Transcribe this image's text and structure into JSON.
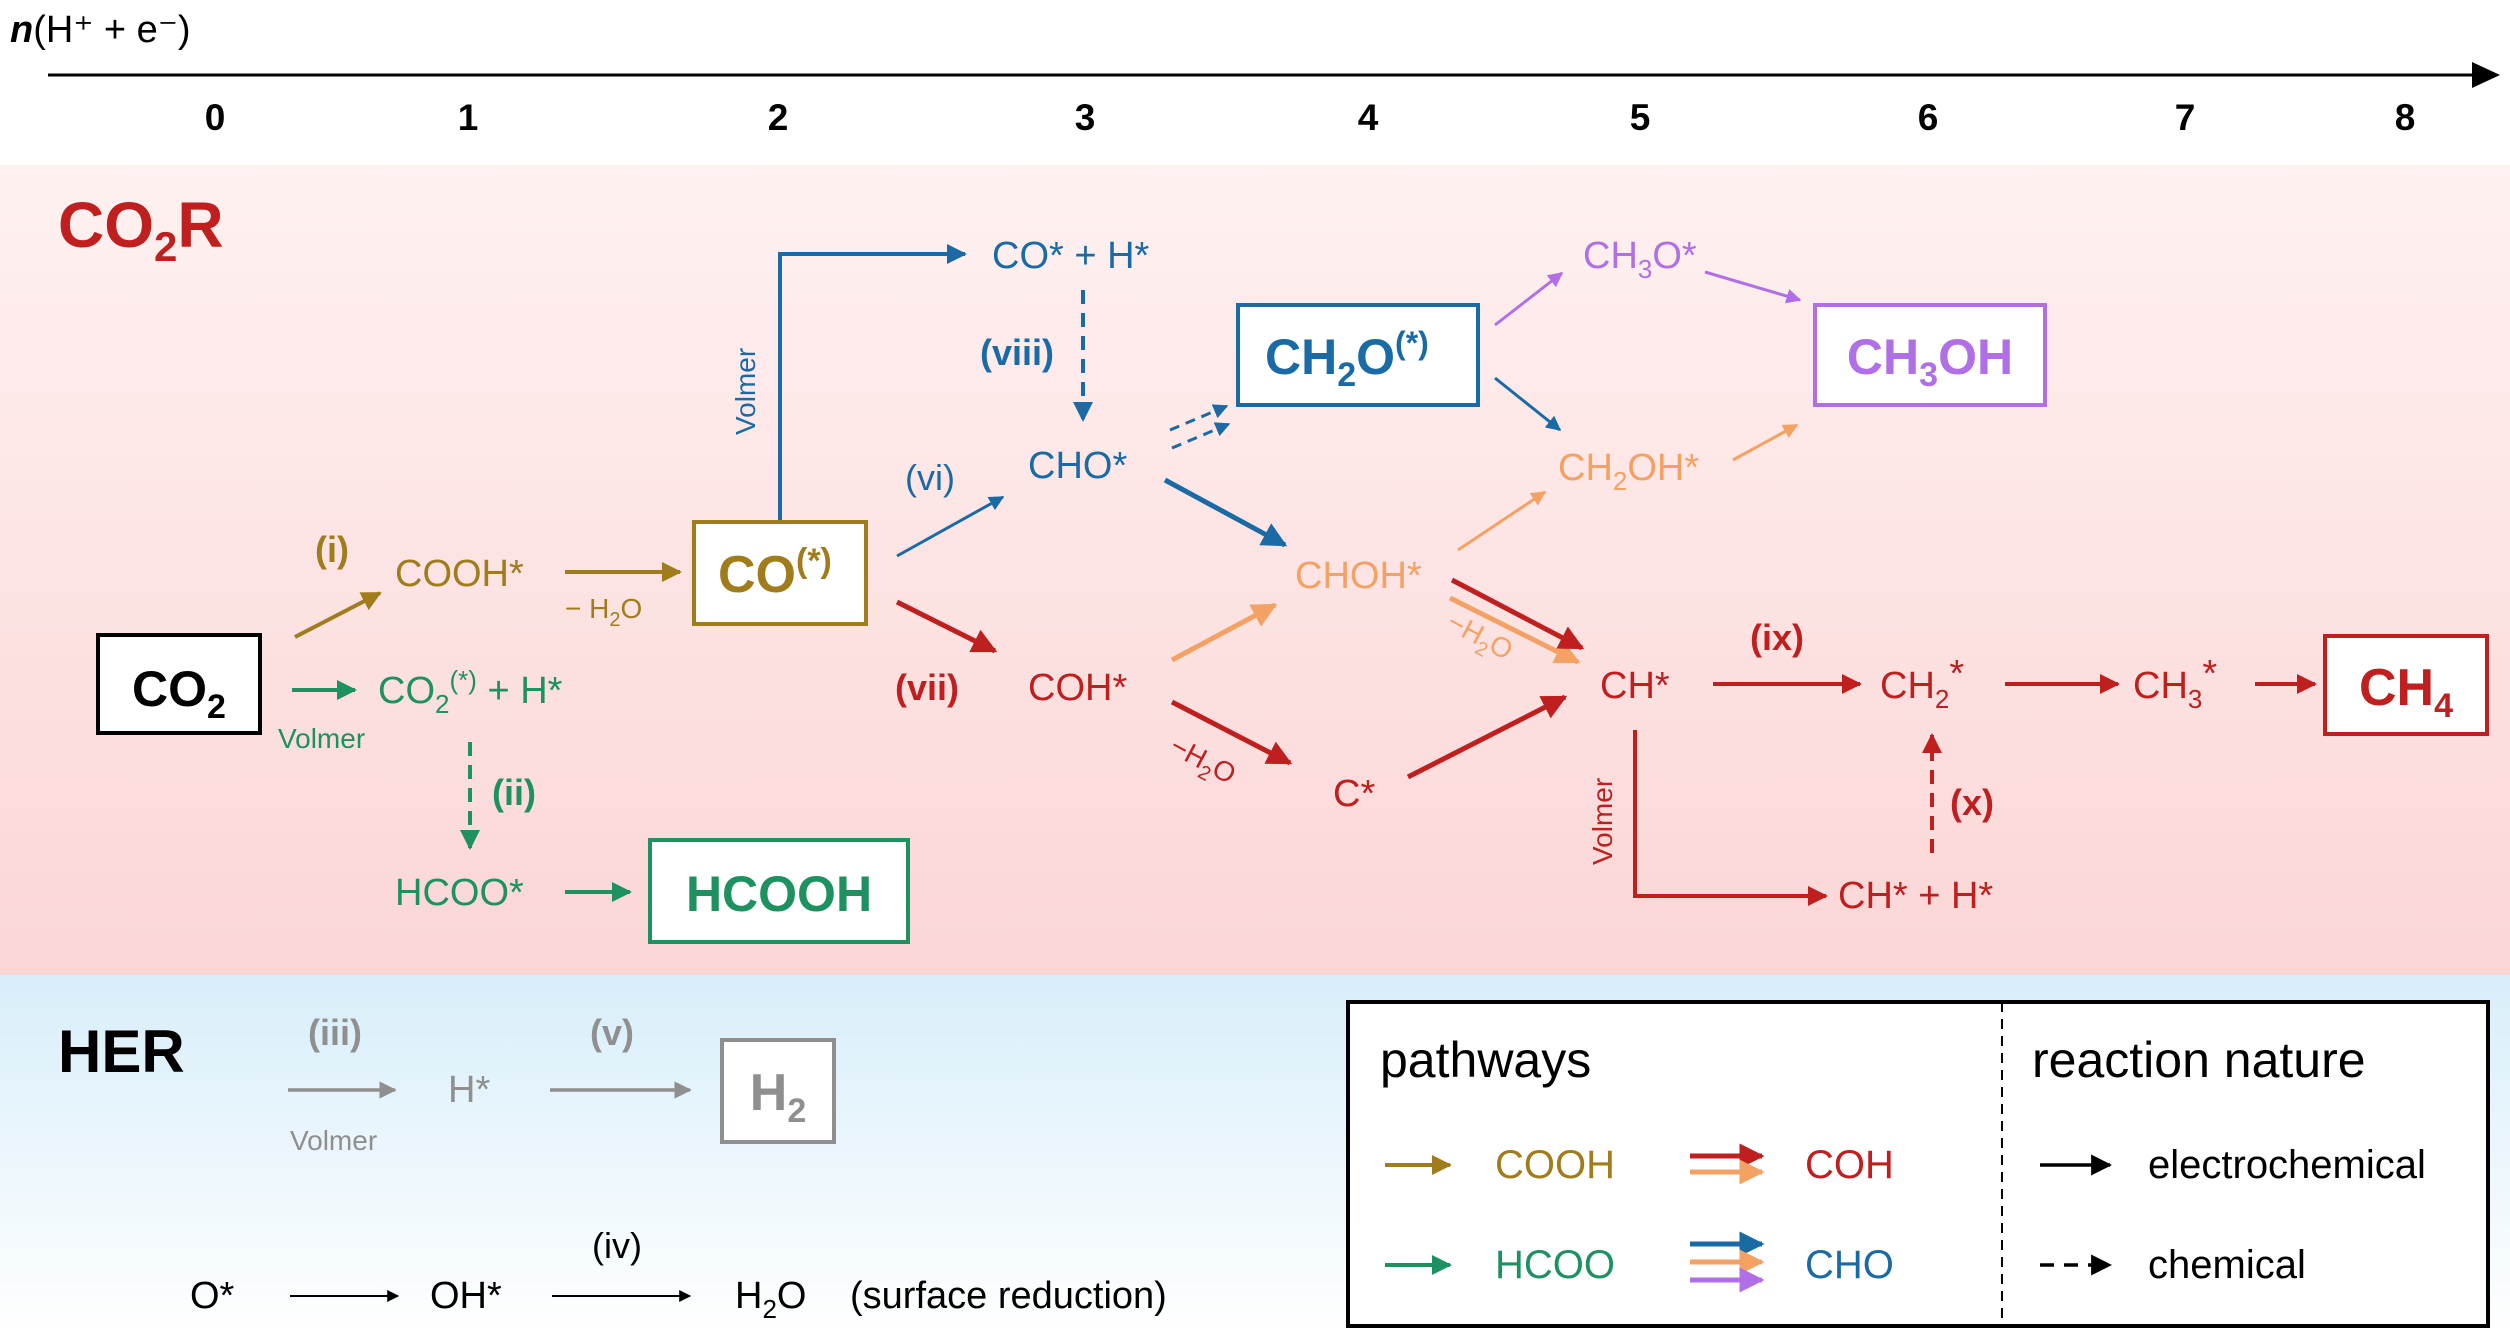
{
  "axis": {
    "label_n": "n",
    "label_rest": "(H⁺ + e⁻)",
    "ticks": [
      "0",
      "1",
      "2",
      "3",
      "4",
      "5",
      "6",
      "7",
      "8"
    ]
  },
  "sections": {
    "co2r": "CO",
    "co2r_sub": "2",
    "co2r_tail": "R",
    "her": "HER"
  },
  "colors": {
    "cooh": "#a07c1c",
    "hcoo": "#1e9160",
    "cho": "#1a6aa6",
    "coh": "#c01f1f",
    "orange": "#f3a264",
    "purple": "#b06fe6",
    "gray": "#8f8f8f",
    "black": "#000000",
    "co2r_bg_top": "#fff1f1",
    "co2r_bg_bottom": "#fbd6d6",
    "her_bg_top": "#d8eefa",
    "her_bg_bottom": "#ffffff"
  },
  "species": {
    "co2": {
      "main": "CO",
      "sub": "2"
    },
    "cooh": "COOH*",
    "co_box": {
      "main": "CO",
      "sup": "(*)"
    },
    "co2_ads": {
      "main": "CO",
      "sub": "2",
      "sup": "(*)",
      "tail": " + H*"
    },
    "hcoo": "HCOO*",
    "hcooh": "HCOOH",
    "co_h": "CO* + H*",
    "cho": "CHO*",
    "coh": "COH*",
    "ch2o_box": {
      "a": "CH",
      "sub": "2",
      "b": "O",
      "sup": "(*)"
    },
    "ch3o": {
      "a": "CH",
      "sub": "3",
      "b": "O*"
    },
    "ch3oh": {
      "a": "CH",
      "sub": "3",
      "b": "OH"
    },
    "ch2oh": {
      "a": "CH",
      "sub": "2",
      "b": "OH*"
    },
    "choh": "CHOH*",
    "c": "C*",
    "ch": "CH*",
    "ch2": {
      "a": "CH",
      "sub": "2",
      "sup": "*"
    },
    "ch3": {
      "a": "CH",
      "sub": "3",
      "sup": "*"
    },
    "ch4": {
      "a": "CH",
      "sub": "4"
    },
    "ch_h": "CH* + H*",
    "h_star": "H*",
    "h2": {
      "a": "H",
      "sub": "2"
    },
    "o_star": "O*",
    "oh_star": "OH*",
    "h2o": {
      "a": "H",
      "sub": "2",
      "b": "O"
    },
    "surface_reduction": "(surface reduction)"
  },
  "step_labels": {
    "i": "(i)",
    "ii": "(ii)",
    "iii": "(iii)",
    "iv": "(iv)",
    "v": "(v)",
    "vi": "(vi)",
    "vii": "(vii)",
    "viii": "(viii)",
    "ix": "(ix)",
    "x": "(x)"
  },
  "annotations": {
    "volmer": "Volmer",
    "minus_h2o": {
      "a": "− H",
      "sub": "2",
      "b": "O"
    },
    "minus_h2o_tight": {
      "a": "−H",
      "sub": "2",
      "b": "O"
    }
  },
  "legend": {
    "pathways_title": "pathways",
    "nature_title": "reaction nature",
    "cooh": "COOH",
    "hcoo": "HCOO",
    "coh": "COH",
    "cho": "CHO",
    "electrochemical": "electrochemical",
    "chemical": "chemical"
  }
}
